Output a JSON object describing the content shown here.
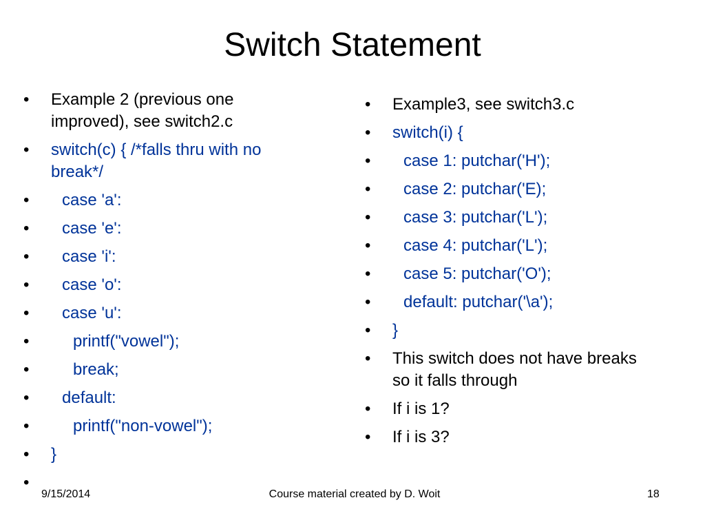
{
  "title": "Switch Statement",
  "left_column": {
    "items": [
      "Example 2 (previous one improved), see switch2.c",
      "switch(c) { /*falls thru with no break*/",
      "case 'a':",
      "case 'e':",
      "case 'i':",
      "case 'o':",
      "case 'u':",
      "printf(\"vowel\");",
      "break;",
      "default:",
      "printf(\"non-vowel\");",
      "}",
      ""
    ]
  },
  "right_column": {
    "items": [
      "Example3, see switch3.c",
      "switch(i) {",
      "case 1: putchar('H');",
      "case 2: putchar('E);",
      "case 3: putchar('L');",
      "case 4: putchar('L');",
      "case 5: putchar('O');",
      "default: putchar('\\a');",
      "}",
      "This switch does not have breaks so it falls through",
      "If i is 1?",
      "If i is 3?"
    ]
  },
  "footer": {
    "date": "9/15/2014",
    "center": "Course material created by D. Woit",
    "page": "18"
  },
  "colors": {
    "code_text": "#003399",
    "body_text": "#000000",
    "background": "#ffffff"
  }
}
